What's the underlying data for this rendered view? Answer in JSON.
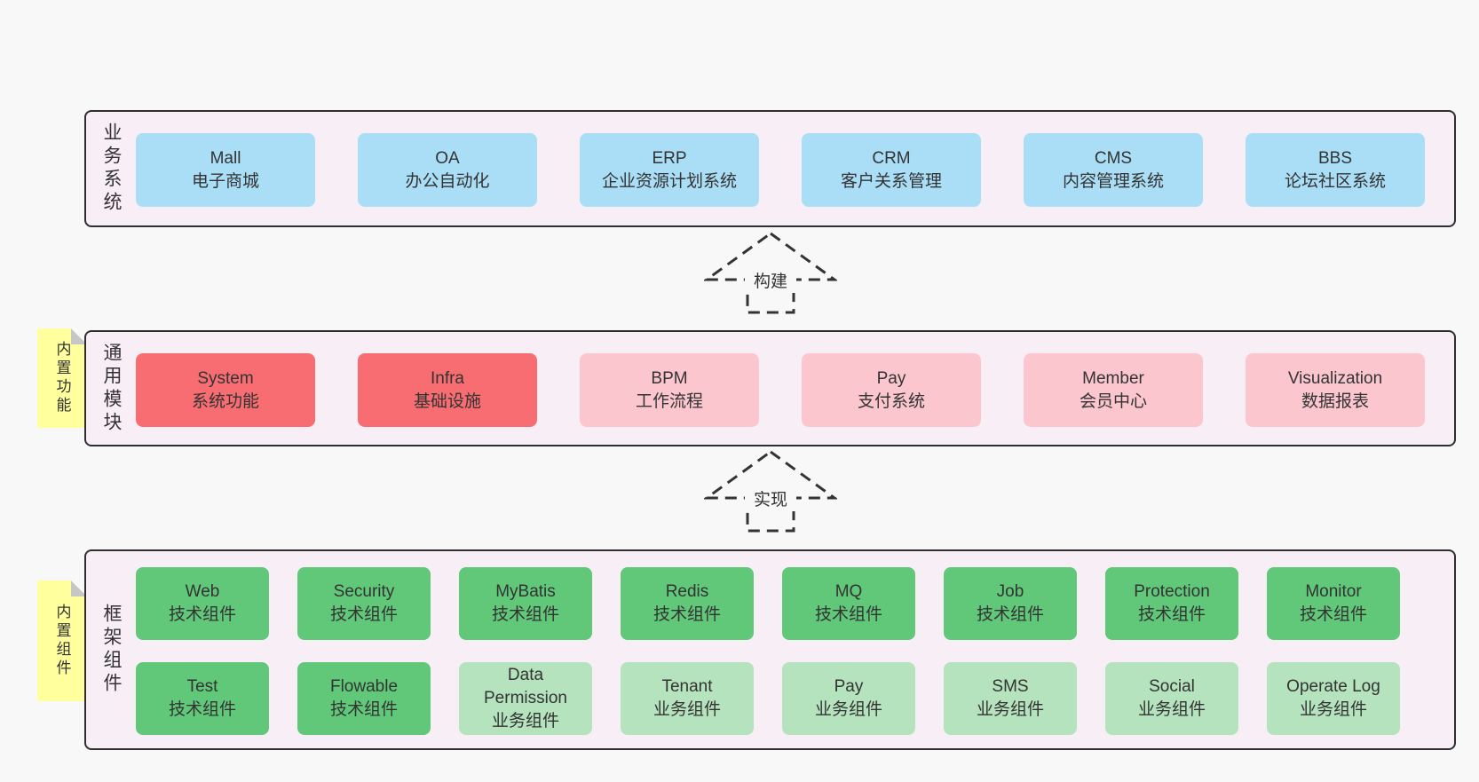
{
  "colors": {
    "page_bg": "#f8f8f8",
    "container_bg": "#f8eef6",
    "container_border": "#2f2f2f",
    "blue": "#aadef6",
    "red": "#f76d71",
    "pink": "#fbc6ce",
    "green": "#61c87a",
    "lightgreen": "#b5e3bd",
    "sticky_yellow": "#ffff9e",
    "sticky_fold": "#c6c6c6",
    "text": "#333333"
  },
  "sections": {
    "business": {
      "label": "业务系统",
      "items": [
        {
          "name": "Mall",
          "desc": "电子商城",
          "variant": "blue"
        },
        {
          "name": "OA",
          "desc": "办公自动化",
          "variant": "blue"
        },
        {
          "name": "ERP",
          "desc": "企业资源计划系统",
          "variant": "blue"
        },
        {
          "name": "CRM",
          "desc": "客户关系管理",
          "variant": "blue"
        },
        {
          "name": "CMS",
          "desc": "内容管理系统",
          "variant": "blue"
        },
        {
          "name": "BBS",
          "desc": "论坛社区系统",
          "variant": "blue"
        }
      ]
    },
    "modules": {
      "label": "通用模块",
      "sticky": "内置功能",
      "items": [
        {
          "name": "System",
          "desc": "系统功能",
          "variant": "red"
        },
        {
          "name": "Infra",
          "desc": "基础设施",
          "variant": "red"
        },
        {
          "name": "BPM",
          "desc": "工作流程",
          "variant": "pink"
        },
        {
          "name": "Pay",
          "desc": "支付系统",
          "variant": "pink"
        },
        {
          "name": "Member",
          "desc": "会员中心",
          "variant": "pink"
        },
        {
          "name": "Visualization",
          "desc": "数据报表",
          "variant": "pink"
        }
      ]
    },
    "components": {
      "label": "框架组件",
      "sticky": "内置组件",
      "row1": [
        {
          "name": "Web",
          "desc": "技术组件",
          "variant": "green"
        },
        {
          "name": "Security",
          "desc": "技术组件",
          "variant": "green"
        },
        {
          "name": "MyBatis",
          "desc": "技术组件",
          "variant": "green"
        },
        {
          "name": "Redis",
          "desc": "技术组件",
          "variant": "green"
        },
        {
          "name": "MQ",
          "desc": "技术组件",
          "variant": "green"
        },
        {
          "name": "Job",
          "desc": "技术组件",
          "variant": "green"
        },
        {
          "name": "Protection",
          "desc": "技术组件",
          "variant": "green"
        },
        {
          "name": "Monitor",
          "desc": "技术组件",
          "variant": "green"
        }
      ],
      "row2": [
        {
          "name": "Test",
          "desc": "技术组件",
          "variant": "green"
        },
        {
          "name": "Flowable",
          "desc": "技术组件",
          "variant": "green"
        },
        {
          "name": "Data Permission",
          "desc": "业务组件",
          "variant": "lightgreen"
        },
        {
          "name": "Tenant",
          "desc": "业务组件",
          "variant": "lightgreen"
        },
        {
          "name": "Pay",
          "desc": "业务组件",
          "variant": "lightgreen"
        },
        {
          "name": "SMS",
          "desc": "业务组件",
          "variant": "lightgreen"
        },
        {
          "name": "Social",
          "desc": "业务组件",
          "variant": "lightgreen"
        },
        {
          "name": "Operate Log",
          "desc": "业务组件",
          "variant": "lightgreen"
        }
      ]
    }
  },
  "arrows": [
    {
      "label": "构建"
    },
    {
      "label": "实现"
    }
  ]
}
